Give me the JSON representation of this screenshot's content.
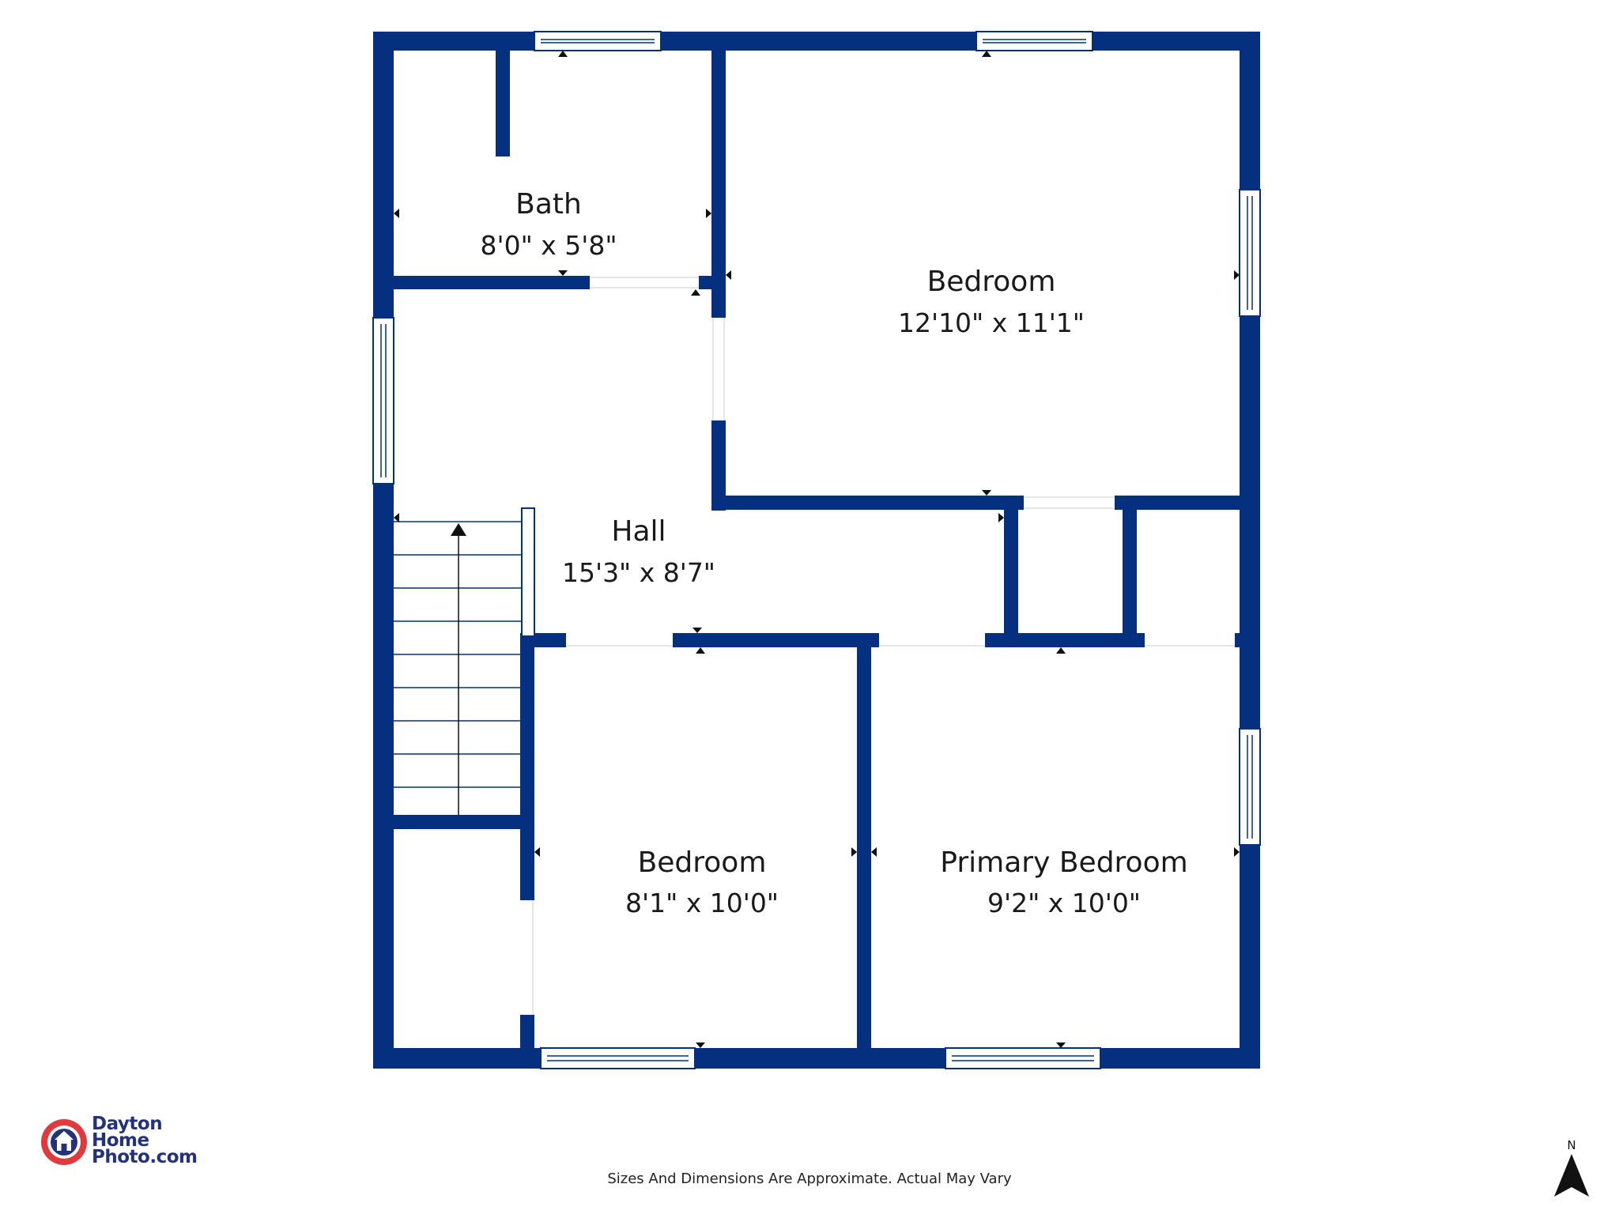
{
  "rooms": [
    {
      "name": "Bath",
      "dims": "8'0\" x 5'8\""
    },
    {
      "name": "Bedroom",
      "dims": "12'10\" x 11'1\""
    },
    {
      "name": "Hall",
      "dims": "15'3\" x 8'7\""
    },
    {
      "name": "Bedroom",
      "dims": "8'1\" x 10'0\""
    },
    {
      "name": "Primary Bedroom",
      "dims": "9'2\" x 10'0\""
    }
  ],
  "disclaimer": "Sizes And Dimensions Are Approximate. Actual May Vary",
  "logo": {
    "line1": "Dayton",
    "line2": "Home",
    "line3": "Photo.com"
  },
  "north_label": "N",
  "colors": {
    "wall": "#04307f",
    "logo_red": "#e03a3e",
    "logo_navy": "#24327a"
  }
}
